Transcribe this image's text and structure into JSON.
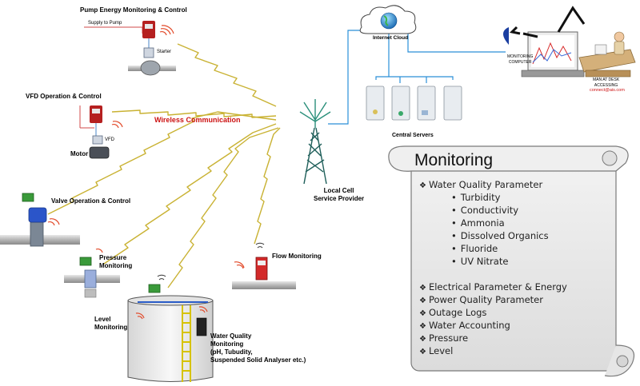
{
  "labels": {
    "pump": "Pump Energy Monitoring & Control",
    "supply_to_pump": "Supply to Pump",
    "starter": "Starter",
    "vfd_control": "VFD Operation & Control",
    "vfd": "VFD",
    "motor": "Motor",
    "wireless": "Wireless Communication",
    "valve": "Valve Operation & Control",
    "pressure": "Pressure Monitoring",
    "flow": "Flow Monitoring",
    "level": "Level Monitoring",
    "water_quality": [
      "Water Quality",
      "Monitoring",
      "(pH, Tubudity,",
      "Suspended Solid Analyser etc.)"
    ],
    "local_cell": [
      "Local Cell",
      "Service Provider"
    ],
    "internet_cloud": "Internet Cloud",
    "central_servers": "Central Servers",
    "monitoring_computer": [
      "MONITORING",
      "COMPUTER"
    ],
    "man_at_desk": [
      "MAN AT DESK",
      "ACCESSING"
    ],
    "url": "connect@ais.com"
  },
  "panel": {
    "title": "Monitoring",
    "items": [
      {
        "text": "Water Quality Parameter",
        "level": 0
      },
      {
        "text": "Turbidity",
        "level": 1
      },
      {
        "text": "Conductivity",
        "level": 1
      },
      {
        "text": "Ammonia",
        "level": 1
      },
      {
        "text": "Dissolved Organics",
        "level": 1
      },
      {
        "text": "Fluoride",
        "level": 1
      },
      {
        "text": "UV Nitrate",
        "level": 1
      },
      {
        "text": "Electrical Parameter & Energy",
        "level": 0
      },
      {
        "text": "Power Quality Parameter",
        "level": 0
      },
      {
        "text": "Outage Logs",
        "level": 0
      },
      {
        "text": "Water Accounting",
        "level": 0
      },
      {
        "text": "Pressure",
        "level": 0
      },
      {
        "text": "Level",
        "level": 0
      }
    ]
  },
  "colors": {
    "link": "#c9b233",
    "net": "#2a8fd8",
    "accent_red": "#cc1111"
  }
}
